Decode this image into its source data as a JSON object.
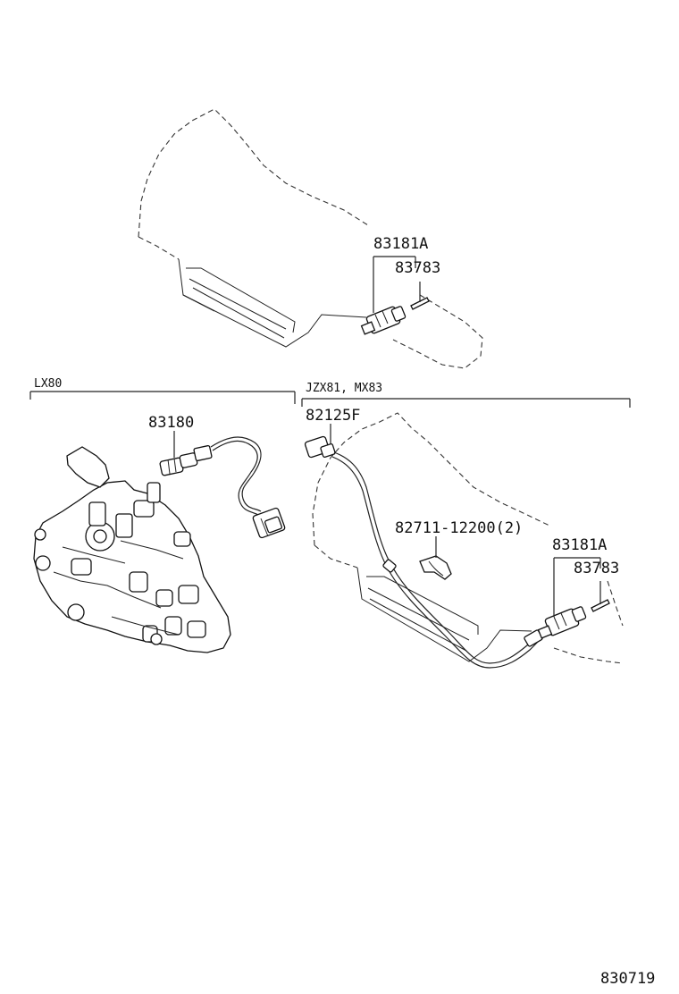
{
  "groups": {
    "left": "LX80",
    "right": "JZX81, MX83"
  },
  "parts": {
    "top_sensor": "83181A",
    "top_pin": "83783",
    "lx80_sensor": "83180",
    "harness": "82125F",
    "clamp": "82711-12200(2)",
    "right_sensor": "83181A",
    "right_pin": "83783"
  },
  "figure_number": "830719"
}
